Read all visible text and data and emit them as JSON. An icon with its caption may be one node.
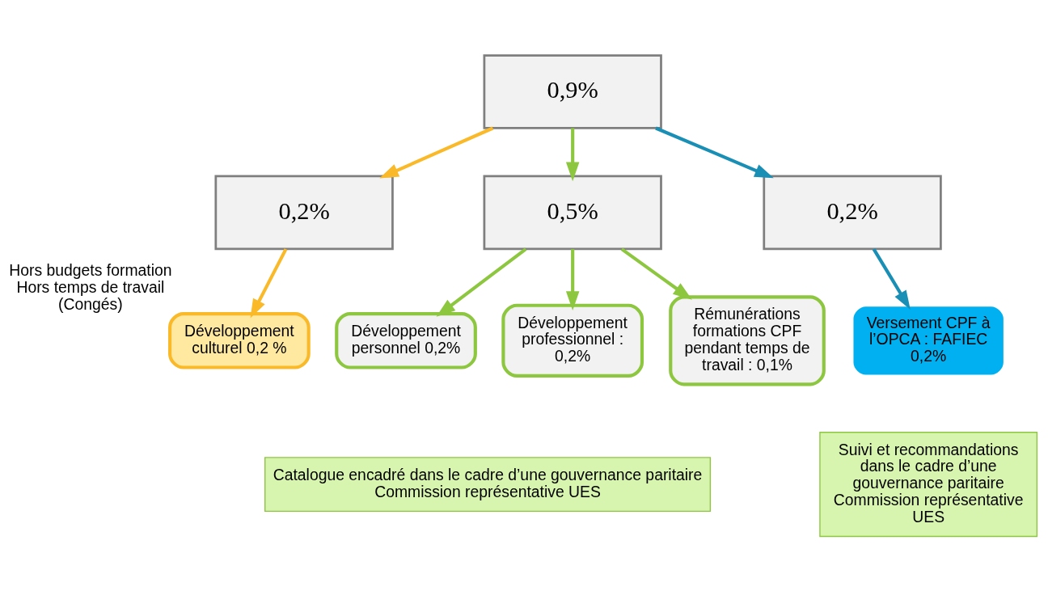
{
  "diagram": {
    "nodes": [
      {
        "text": [
          "0,9%"
        ]
      },
      {
        "text": [
          "0,2%"
        ]
      },
      {
        "text": [
          "0,5%"
        ]
      },
      {
        "text": [
          "0,2%"
        ]
      },
      {
        "text": [
          "Développement culturel 0,2 %"
        ],
        "beside": [
          "Hors budgets formation Hors temps de travail (Congés)"
        ]
      },
      {
        "text": [
          "Développement personnel 0,2%"
        ]
      },
      {
        "text": [
          "Développement professionnel : 0,2%"
        ]
      },
      {
        "text": [
          "Rémunérations formations CPF pendant temps de travail : 0,1%"
        ]
      },
      {
        "text": [
          "Versement CPF à l’OPCA : FAFIEC 0,2%"
        ]
      },
      {
        "text": [
          "Catalogue encadré dans le cadre d’une gouvernance paritaire",
          "Commission représentative UES"
        ]
      },
      {
        "text": [
          "Suivi et recommandations dans le cadre d’une gouvernance paritaire",
          "Commission représentative UES"
        ]
      }
    ],
    "edges": [
      {
        "from": 0,
        "to": 1,
        "arrow": "to",
        "color": "#f9b928"
      },
      {
        "from": 0,
        "to": 2,
        "arrow": "to"
      },
      {
        "from": 0,
        "to": 3,
        "arrow": "to",
        "color": "#1a8fb5"
      },
      {
        "from": 1,
        "to": 4,
        "arrow": "to",
        "color": "#f9b928"
      },
      {
        "from": 2,
        "to": 5,
        "arrow": "to"
      },
      {
        "from": 2,
        "to": 6,
        "arrow": "to"
      },
      {
        "from": 2,
        "to": 7,
        "arrow": "to"
      },
      {
        "from": 3,
        "to": 8,
        "arrow": "to",
        "color": "#1a8fb5"
      }
    ]
  }
}
